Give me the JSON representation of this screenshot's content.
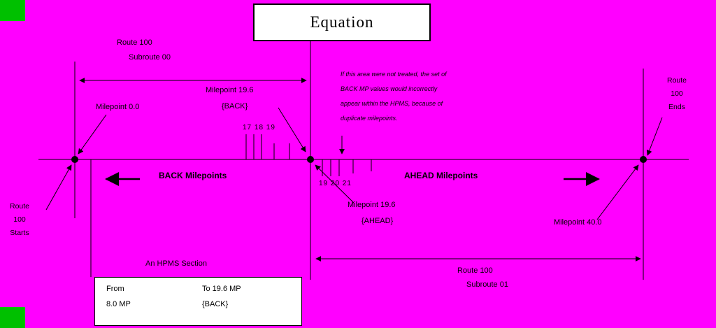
{
  "colors": {
    "background": "#FF00FF",
    "corner": "#00C000",
    "ink": "#000000",
    "panel": "#FFFFFF"
  },
  "equation_box": {
    "title": "Equation"
  },
  "top_left_route": {
    "line1": "Route 100",
    "line2": "Subroute 00"
  },
  "milepoint_zero": {
    "label": "Milepoint 0.0"
  },
  "milepoint_back": {
    "line1": "Milepoint 19.6",
    "line2": "{BACK}"
  },
  "milepoint_ahead": {
    "line1": "Milepoint 19.6",
    "line2": "{AHEAD}"
  },
  "milepoint_forty": {
    "label": "Milepoint 40.0"
  },
  "back_section": {
    "label": "BACK Milepoints",
    "ticks": "17 18 19"
  },
  "ahead_section": {
    "label": "AHEAD Milepoints",
    "ticks": "19 20 21"
  },
  "note_lines": [
    "If this area were not treated, the set of",
    "BACK MP values would incorrectly",
    "appear within the HPMS, because of",
    "duplicate milepoints."
  ],
  "route_start": {
    "line1": "Route",
    "line2": "100",
    "line3": "Starts"
  },
  "route_end": {
    "line1": "Route",
    "line2": "100",
    "line3": "Ends"
  },
  "hpms_caption": {
    "label": "An HPMS Section"
  },
  "section_box": {
    "from_label": "From",
    "from_value": "8.0 MP",
    "to_label": "To 19.6 MP",
    "to_value": "{BACK}"
  },
  "bottom_route": {
    "line1": "Route 100",
    "line2": "Subroute 01"
  }
}
